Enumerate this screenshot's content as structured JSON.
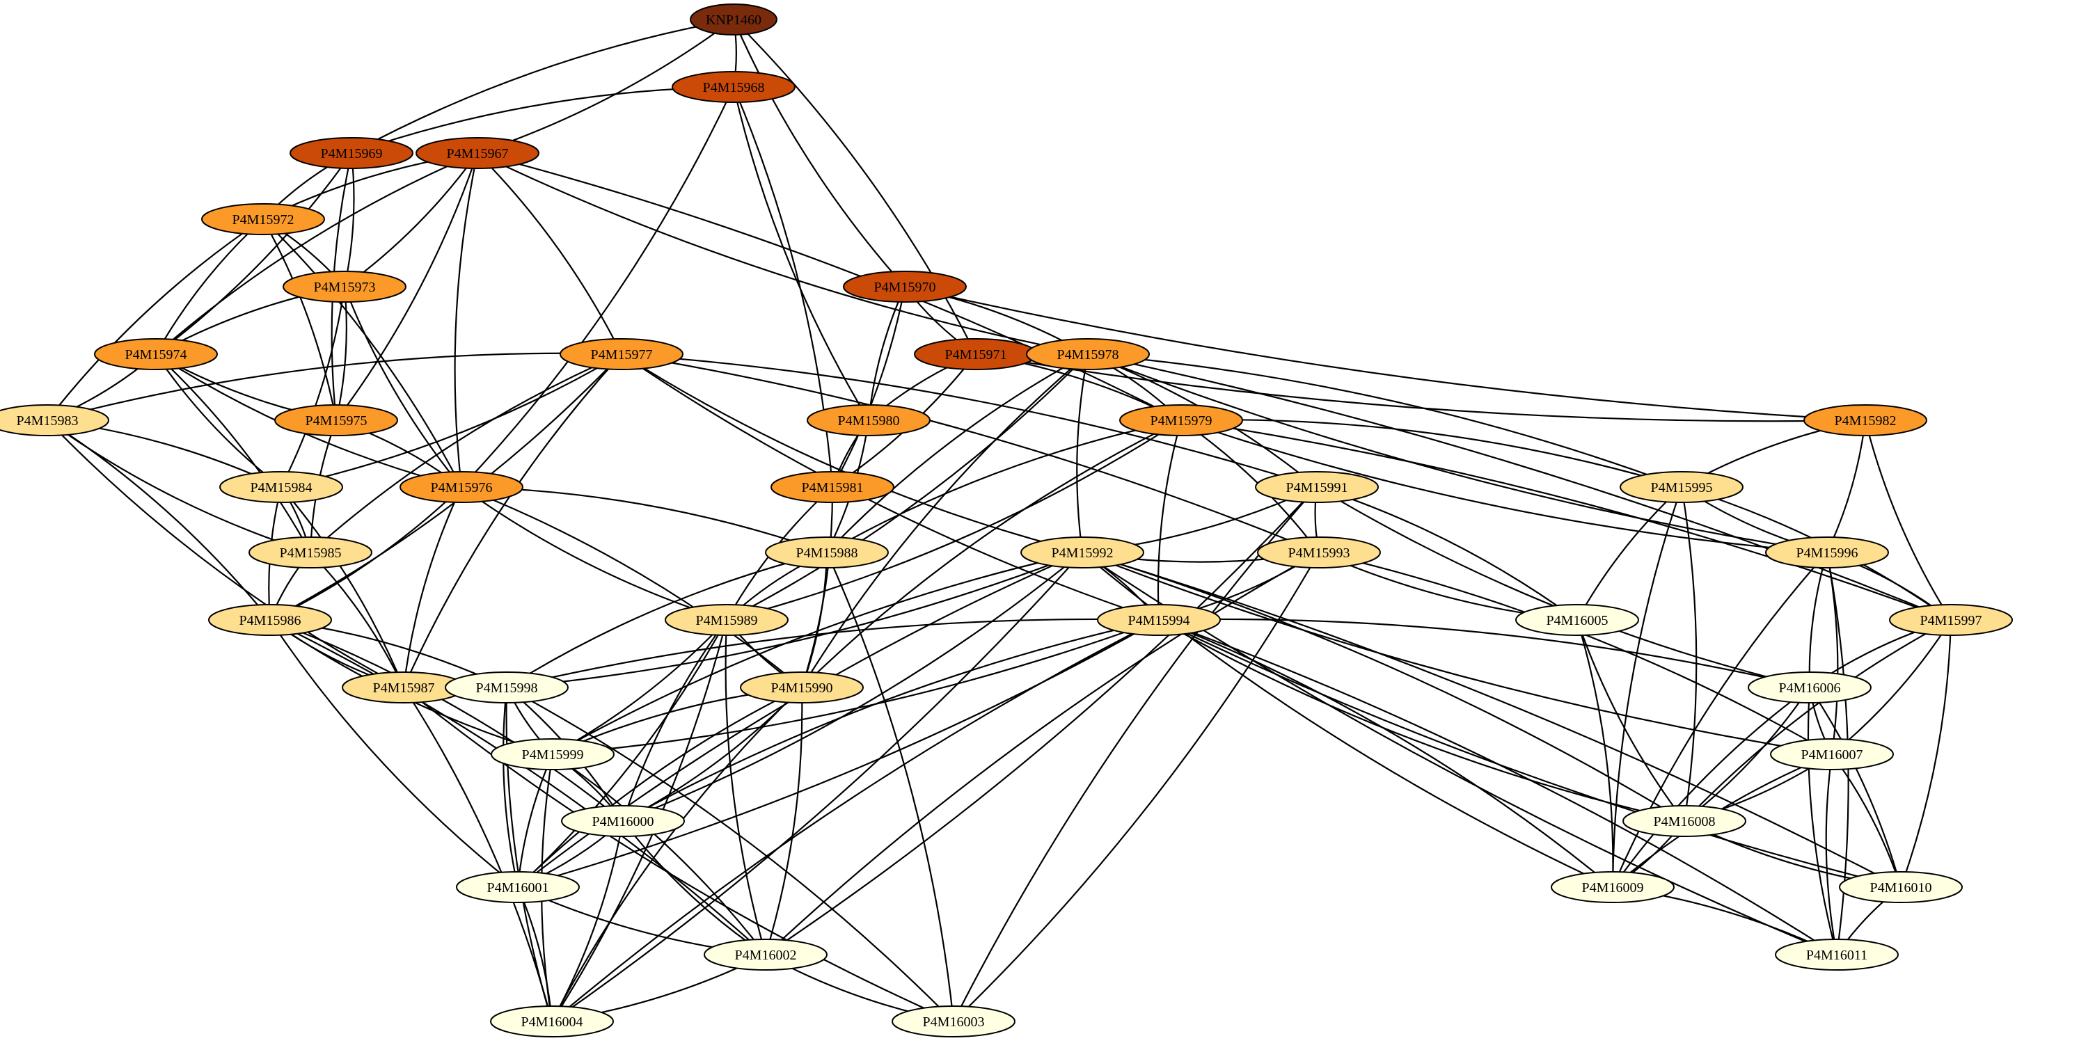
{
  "graph": {
    "colors": {
      "level1": "#7a2b0c",
      "level2": "#cc4a08",
      "level3": "#fb9a29",
      "level4": "#fedf8f",
      "level5": "#ffffe2",
      "edge": "#000000"
    },
    "nodes": [
      {
        "id": "KNP1460",
        "label": "KNP1460",
        "level": 1
      },
      {
        "id": "P4M15968",
        "label": "P4M15968",
        "level": 2
      },
      {
        "id": "P4M15969",
        "label": "P4M15969",
        "level": 2
      },
      {
        "id": "P4M15967",
        "label": "P4M15967",
        "level": 2
      },
      {
        "id": "P4M15970",
        "label": "P4M15970",
        "level": 2
      },
      {
        "id": "P4M15971",
        "label": "P4M15971",
        "level": 2
      },
      {
        "id": "P4M15972",
        "label": "P4M15972",
        "level": 3
      },
      {
        "id": "P4M15973",
        "label": "P4M15973",
        "level": 3
      },
      {
        "id": "P4M15974",
        "label": "P4M15974",
        "level": 3
      },
      {
        "id": "P4M15975",
        "label": "P4M15975",
        "level": 3
      },
      {
        "id": "P4M15976",
        "label": "P4M15976",
        "level": 3
      },
      {
        "id": "P4M15977",
        "label": "P4M15977",
        "level": 3
      },
      {
        "id": "P4M15978",
        "label": "P4M15978",
        "level": 3
      },
      {
        "id": "P4M15979",
        "label": "P4M15979",
        "level": 3
      },
      {
        "id": "P4M15980",
        "label": "P4M15980",
        "level": 3
      },
      {
        "id": "P4M15981",
        "label": "P4M15981",
        "level": 3
      },
      {
        "id": "P4M15982",
        "label": "P4M15982",
        "level": 3
      },
      {
        "id": "P4M15983",
        "label": "P4M15983",
        "level": 4
      },
      {
        "id": "P4M15984",
        "label": "P4M15984",
        "level": 4
      },
      {
        "id": "P4M15985",
        "label": "P4M15985",
        "level": 4
      },
      {
        "id": "P4M15986",
        "label": "P4M15986",
        "level": 4
      },
      {
        "id": "P4M15987",
        "label": "P4M15987",
        "level": 4
      },
      {
        "id": "P4M15988",
        "label": "P4M15988",
        "level": 4
      },
      {
        "id": "P4M15989",
        "label": "P4M15989",
        "level": 4
      },
      {
        "id": "P4M15990",
        "label": "P4M15990",
        "level": 4
      },
      {
        "id": "P4M15991",
        "label": "P4M15991",
        "level": 4
      },
      {
        "id": "P4M15992",
        "label": "P4M15992",
        "level": 4
      },
      {
        "id": "P4M15993",
        "label": "P4M15993",
        "level": 4
      },
      {
        "id": "P4M15994",
        "label": "P4M15994",
        "level": 4
      },
      {
        "id": "P4M15995",
        "label": "P4M15995",
        "level": 4
      },
      {
        "id": "P4M15996",
        "label": "P4M15996",
        "level": 4
      },
      {
        "id": "P4M15997",
        "label": "P4M15997",
        "level": 4
      },
      {
        "id": "P4M15998",
        "label": "P4M15998",
        "level": 5
      },
      {
        "id": "P4M15999",
        "label": "P4M15999",
        "level": 5
      },
      {
        "id": "P4M16000",
        "label": "P4M16000",
        "level": 5
      },
      {
        "id": "P4M16001",
        "label": "P4M16001",
        "level": 5
      },
      {
        "id": "P4M16002",
        "label": "P4M16002",
        "level": 5
      },
      {
        "id": "P4M16003",
        "label": "P4M16003",
        "level": 5
      },
      {
        "id": "P4M16004",
        "label": "P4M16004",
        "level": 5
      },
      {
        "id": "P4M16005",
        "label": "P4M16005",
        "level": 5
      },
      {
        "id": "P4M16006",
        "label": "P4M16006",
        "level": 5
      },
      {
        "id": "P4M16007",
        "label": "P4M16007",
        "level": 5
      },
      {
        "id": "P4M16008",
        "label": "P4M16008",
        "level": 5
      },
      {
        "id": "P4M16009",
        "label": "P4M16009",
        "level": 5
      },
      {
        "id": "P4M16010",
        "label": "P4M16010",
        "level": 5
      },
      {
        "id": "P4M16011",
        "label": "P4M16011",
        "level": 5
      }
    ],
    "edges": [
      [
        "KNP1460",
        "P4M15968"
      ],
      [
        "KNP1460",
        "P4M15969"
      ],
      [
        "KNP1460",
        "P4M15967"
      ],
      [
        "KNP1460",
        "P4M15970"
      ],
      [
        "KNP1460",
        "P4M15971"
      ],
      [
        "P4M15968",
        "P4M15969"
      ],
      [
        "P4M15968",
        "P4M15976"
      ],
      [
        "P4M15968",
        "P4M15980"
      ],
      [
        "P4M15968",
        "P4M15981"
      ],
      [
        "P4M15969",
        "P4M15972"
      ],
      [
        "P4M15969",
        "P4M15973"
      ],
      [
        "P4M15969",
        "P4M15975"
      ],
      [
        "P4M15969",
        "P4M15974"
      ],
      [
        "P4M15967",
        "P4M15972"
      ],
      [
        "P4M15967",
        "P4M15973"
      ],
      [
        "P4M15967",
        "P4M15974"
      ],
      [
        "P4M15967",
        "P4M15975"
      ],
      [
        "P4M15967",
        "P4M15976"
      ],
      [
        "P4M15967",
        "P4M15977"
      ],
      [
        "P4M15967",
        "P4M15978"
      ],
      [
        "P4M15967",
        "P4M15979"
      ],
      [
        "P4M15970",
        "P4M15971"
      ],
      [
        "P4M15970",
        "P4M15978"
      ],
      [
        "P4M15970",
        "P4M15980"
      ],
      [
        "P4M15970",
        "P4M15981"
      ],
      [
        "P4M15970",
        "P4M15982"
      ],
      [
        "P4M15971",
        "P4M15979"
      ],
      [
        "P4M15971",
        "P4M15980"
      ],
      [
        "P4M15971",
        "P4M15981"
      ],
      [
        "P4M15971",
        "P4M15982"
      ],
      [
        "P4M15972",
        "P4M15973"
      ],
      [
        "P4M15972",
        "P4M15974"
      ],
      [
        "P4M15972",
        "P4M15975"
      ],
      [
        "P4M15972",
        "P4M15983"
      ],
      [
        "P4M15972",
        "P4M15976"
      ],
      [
        "P4M15973",
        "P4M15974"
      ],
      [
        "P4M15973",
        "P4M15975"
      ],
      [
        "P4M15973",
        "P4M15976"
      ],
      [
        "P4M15973",
        "P4M15984"
      ],
      [
        "P4M15974",
        "P4M15975"
      ],
      [
        "P4M15974",
        "P4M15983"
      ],
      [
        "P4M15974",
        "P4M15984"
      ],
      [
        "P4M15974",
        "P4M15985"
      ],
      [
        "P4M15974",
        "P4M15976"
      ],
      [
        "P4M15975",
        "P4M15976"
      ],
      [
        "P4M15975",
        "P4M15985"
      ],
      [
        "P4M15976",
        "P4M15986"
      ],
      [
        "P4M15976",
        "P4M15987"
      ],
      [
        "P4M15976",
        "P4M15988"
      ],
      [
        "P4M15976",
        "P4M15989"
      ],
      [
        "P4M15976",
        "P4M15990"
      ],
      [
        "P4M15977",
        "P4M15983"
      ],
      [
        "P4M15977",
        "P4M15984"
      ],
      [
        "P4M15977",
        "P4M15985"
      ],
      [
        "P4M15977",
        "P4M15986"
      ],
      [
        "P4M15977",
        "P4M15987"
      ],
      [
        "P4M15977",
        "P4M15991"
      ],
      [
        "P4M15977",
        "P4M15992"
      ],
      [
        "P4M15977",
        "P4M15993"
      ],
      [
        "P4M15977",
        "P4M15994"
      ],
      [
        "P4M15978",
        "P4M15979"
      ],
      [
        "P4M15978",
        "P4M15988"
      ],
      [
        "P4M15978",
        "P4M15989"
      ],
      [
        "P4M15978",
        "P4M15990"
      ],
      [
        "P4M15978",
        "P4M15991"
      ],
      [
        "P4M15978",
        "P4M15992"
      ],
      [
        "P4M15978",
        "P4M15995"
      ],
      [
        "P4M15978",
        "P4M15996"
      ],
      [
        "P4M15978",
        "P4M15997"
      ],
      [
        "P4M15979",
        "P4M15988"
      ],
      [
        "P4M15979",
        "P4M15989"
      ],
      [
        "P4M15979",
        "P4M15990"
      ],
      [
        "P4M15979",
        "P4M15993"
      ],
      [
        "P4M15979",
        "P4M15994"
      ],
      [
        "P4M15979",
        "P4M15995"
      ],
      [
        "P4M15979",
        "P4M15996"
      ],
      [
        "P4M15979",
        "P4M15997"
      ],
      [
        "P4M15980",
        "P4M15981"
      ],
      [
        "P4M15980",
        "P4M15988"
      ],
      [
        "P4M15981",
        "P4M15989"
      ],
      [
        "P4M15981",
        "P4M15990"
      ],
      [
        "P4M15982",
        "P4M15995"
      ],
      [
        "P4M15982",
        "P4M15996"
      ],
      [
        "P4M15982",
        "P4M15997"
      ],
      [
        "P4M15983",
        "P4M15984"
      ],
      [
        "P4M15983",
        "P4M15985"
      ],
      [
        "P4M15983",
        "P4M15986"
      ],
      [
        "P4M15983",
        "P4M15987"
      ],
      [
        "P4M15984",
        "P4M15985"
      ],
      [
        "P4M15984",
        "P4M15986"
      ],
      [
        "P4M15984",
        "P4M15987"
      ],
      [
        "P4M15985",
        "P4M15986"
      ],
      [
        "P4M15985",
        "P4M15987"
      ],
      [
        "P4M15986",
        "P4M15987"
      ],
      [
        "P4M15986",
        "P4M15998"
      ],
      [
        "P4M15986",
        "P4M15999"
      ],
      [
        "P4M15986",
        "P4M16000"
      ],
      [
        "P4M15986",
        "P4M16001"
      ],
      [
        "P4M15986",
        "P4M16002"
      ],
      [
        "P4M15987",
        "P4M16003"
      ],
      [
        "P4M15987",
        "P4M16004"
      ],
      [
        "P4M15988",
        "P4M15989"
      ],
      [
        "P4M15988",
        "P4M15990"
      ],
      [
        "P4M15988",
        "P4M15998"
      ],
      [
        "P4M15988",
        "P4M16003"
      ],
      [
        "P4M15989",
        "P4M15990"
      ],
      [
        "P4M15989",
        "P4M15999"
      ],
      [
        "P4M15989",
        "P4M16000"
      ],
      [
        "P4M15989",
        "P4M16001"
      ],
      [
        "P4M15989",
        "P4M16002"
      ],
      [
        "P4M15989",
        "P4M16004"
      ],
      [
        "P4M15990",
        "P4M15999"
      ],
      [
        "P4M15990",
        "P4M16000"
      ],
      [
        "P4M15990",
        "P4M16001"
      ],
      [
        "P4M15990",
        "P4M16002"
      ],
      [
        "P4M15990",
        "P4M16004"
      ],
      [
        "P4M15991",
        "P4M15992"
      ],
      [
        "P4M15991",
        "P4M15993"
      ],
      [
        "P4M15991",
        "P4M16002"
      ],
      [
        "P4M15991",
        "P4M16003"
      ],
      [
        "P4M15991",
        "P4M16005"
      ],
      [
        "P4M15991",
        "P4M16006"
      ],
      [
        "P4M15992",
        "P4M15994"
      ],
      [
        "P4M15992",
        "P4M15993"
      ],
      [
        "P4M15992",
        "P4M15998"
      ],
      [
        "P4M15992",
        "P4M15999"
      ],
      [
        "P4M15992",
        "P4M16000"
      ],
      [
        "P4M15992",
        "P4M16001"
      ],
      [
        "P4M15992",
        "P4M16004"
      ],
      [
        "P4M15992",
        "P4M16007"
      ],
      [
        "P4M15992",
        "P4M16008"
      ],
      [
        "P4M15992",
        "P4M16009"
      ],
      [
        "P4M15992",
        "P4M16010"
      ],
      [
        "P4M15992",
        "P4M16011"
      ],
      [
        "P4M15993",
        "P4M15994"
      ],
      [
        "P4M15993",
        "P4M16002"
      ],
      [
        "P4M15993",
        "P4M16003"
      ],
      [
        "P4M15993",
        "P4M16005"
      ],
      [
        "P4M15993",
        "P4M16007"
      ],
      [
        "P4M15994",
        "P4M15998"
      ],
      [
        "P4M15994",
        "P4M15999"
      ],
      [
        "P4M15994",
        "P4M16000"
      ],
      [
        "P4M15994",
        "P4M16001"
      ],
      [
        "P4M15994",
        "P4M16004"
      ],
      [
        "P4M15994",
        "P4M16006"
      ],
      [
        "P4M15994",
        "P4M16008"
      ],
      [
        "P4M15994",
        "P4M16009"
      ],
      [
        "P4M15994",
        "P4M16010"
      ],
      [
        "P4M15994",
        "P4M16011"
      ],
      [
        "P4M15995",
        "P4M15996"
      ],
      [
        "P4M15995",
        "P4M15997"
      ],
      [
        "P4M15995",
        "P4M16005"
      ],
      [
        "P4M15995",
        "P4M16008"
      ],
      [
        "P4M15995",
        "P4M16009"
      ],
      [
        "P4M15996",
        "P4M15997"
      ],
      [
        "P4M15996",
        "P4M16006"
      ],
      [
        "P4M15996",
        "P4M16007"
      ],
      [
        "P4M15996",
        "P4M16009"
      ],
      [
        "P4M15996",
        "P4M16011"
      ],
      [
        "P4M15997",
        "P4M16006"
      ],
      [
        "P4M15997",
        "P4M16007"
      ],
      [
        "P4M15997",
        "P4M16008"
      ],
      [
        "P4M15997",
        "P4M16010"
      ],
      [
        "P4M15998",
        "P4M15999"
      ],
      [
        "P4M15998",
        "P4M16000"
      ],
      [
        "P4M15998",
        "P4M16001"
      ],
      [
        "P4M15998",
        "P4M16003"
      ],
      [
        "P4M15998",
        "P4M16004"
      ],
      [
        "P4M15999",
        "P4M16000"
      ],
      [
        "P4M15999",
        "P4M16001"
      ],
      [
        "P4M15999",
        "P4M16002"
      ],
      [
        "P4M15999",
        "P4M16004"
      ],
      [
        "P4M16000",
        "P4M16001"
      ],
      [
        "P4M16000",
        "P4M16002"
      ],
      [
        "P4M16000",
        "P4M16004"
      ],
      [
        "P4M16001",
        "P4M16002"
      ],
      [
        "P4M16001",
        "P4M16004"
      ],
      [
        "P4M16002",
        "P4M16003"
      ],
      [
        "P4M16002",
        "P4M16004"
      ],
      [
        "P4M16005",
        "P4M16008"
      ],
      [
        "P4M16005",
        "P4M16009"
      ],
      [
        "P4M16006",
        "P4M16007"
      ],
      [
        "P4M16006",
        "P4M16008"
      ],
      [
        "P4M16006",
        "P4M16009"
      ],
      [
        "P4M16006",
        "P4M16010"
      ],
      [
        "P4M16006",
        "P4M16011"
      ],
      [
        "P4M16007",
        "P4M16008"
      ],
      [
        "P4M16007",
        "P4M16009"
      ],
      [
        "P4M16007",
        "P4M16010"
      ],
      [
        "P4M16007",
        "P4M16011"
      ],
      [
        "P4M16008",
        "P4M16009"
      ],
      [
        "P4M16008",
        "P4M16010"
      ],
      [
        "P4M16009",
        "P4M16011"
      ],
      [
        "P4M16010",
        "P4M16011"
      ]
    ]
  }
}
